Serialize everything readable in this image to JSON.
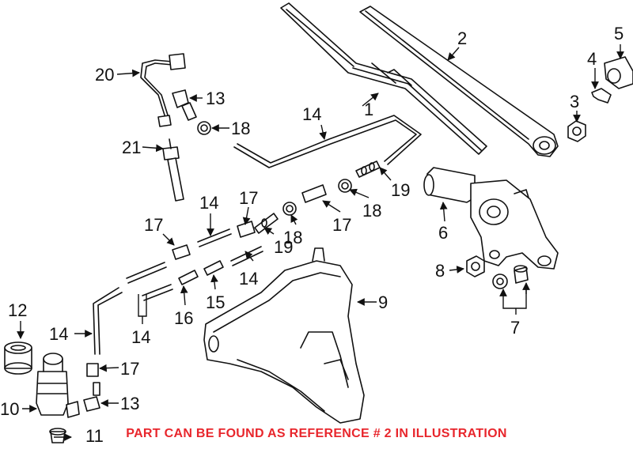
{
  "callouts": {
    "c1": "1",
    "c2": "2",
    "c3": "3",
    "c4": "4",
    "c5": "5",
    "c6": "6",
    "c7": "7",
    "c8": "8",
    "c9": "9",
    "c10": "10",
    "c11": "11",
    "c12": "12",
    "c13a": "13",
    "c13b": "13",
    "c14a": "14",
    "c14b": "14",
    "c14c": "14",
    "c14d": "14",
    "c14e": "14",
    "c15": "15",
    "c16": "16",
    "c17a": "17",
    "c17b": "17",
    "c17c": "17",
    "c17d": "17",
    "c18a": "18",
    "c18b": "18",
    "c18c": "18",
    "c19a": "19",
    "c19b": "19",
    "c20": "20",
    "c21": "21"
  },
  "notice": {
    "text": "PART CAN BE FOUND AS REFERENCE # 2 IN ILLUSTRATION",
    "color": "#e8262c"
  }
}
